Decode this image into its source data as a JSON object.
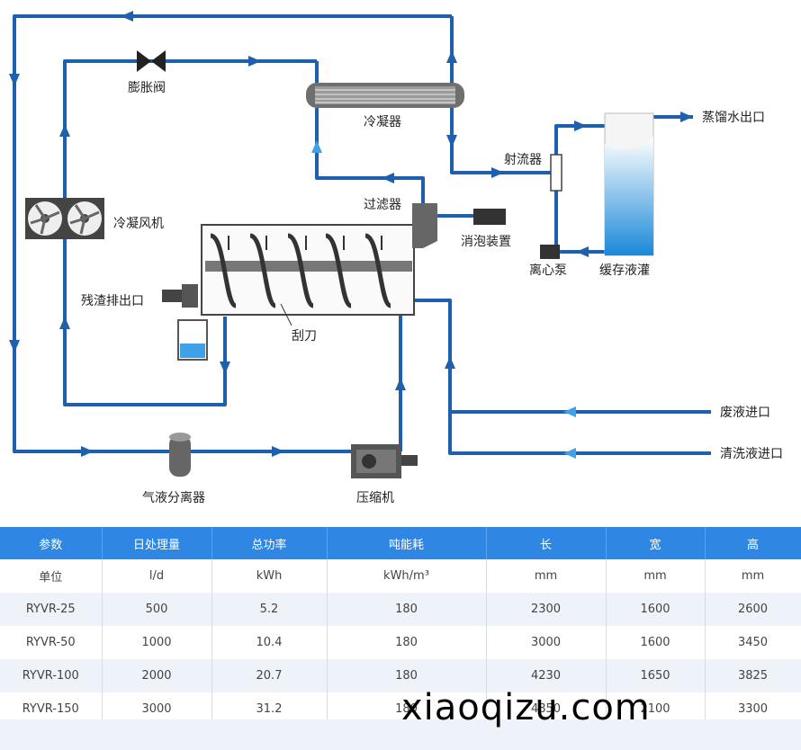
{
  "diagram": {
    "labels": {
      "expansion_valve": "膨胀阀",
      "condenser": "冷凝器",
      "ejector": "射流器",
      "distilled_outlet": "蒸馏水出口",
      "condenser_fan": "冷凝风机",
      "filter": "过滤器",
      "defoamer": "消泡装置",
      "centrifugal_pump": "离心泵",
      "storage_tank": "缓存液灌",
      "residue_outlet": "残渣排出口",
      "scraper": "刮刀",
      "waste_inlet": "废液进口",
      "cleaning_inlet": "清洗液进口",
      "gas_liquid_separator": "气液分离器",
      "compressor": "压缩机"
    },
    "colors": {
      "pipe": "#1e5fae",
      "arrow_light": "#3fa2e6",
      "equipment": "#555555"
    }
  },
  "table": {
    "headers": [
      "参数",
      "日处理量",
      "总功率",
      "吨能耗",
      "长",
      "宽",
      "高"
    ],
    "rows": [
      [
        "单位",
        "l/d",
        "kWh",
        "kWh/m³",
        "mm",
        "mm",
        "mm"
      ],
      [
        "RYVR-25",
        "500",
        "5.2",
        "180",
        "2300",
        "1600",
        "2600"
      ],
      [
        "RYVR-50",
        "1000",
        "10.4",
        "180",
        "3000",
        "1600",
        "3450"
      ],
      [
        "RYVR-100",
        "2000",
        "20.7",
        "180",
        "4230",
        "1650",
        "3825"
      ],
      [
        "RYVR-150",
        "3000",
        "31.2",
        "180",
        "4850",
        "2100",
        "3300"
      ]
    ],
    "header_color": "#2f87e3"
  },
  "watermark": "xiaoqizu.com"
}
